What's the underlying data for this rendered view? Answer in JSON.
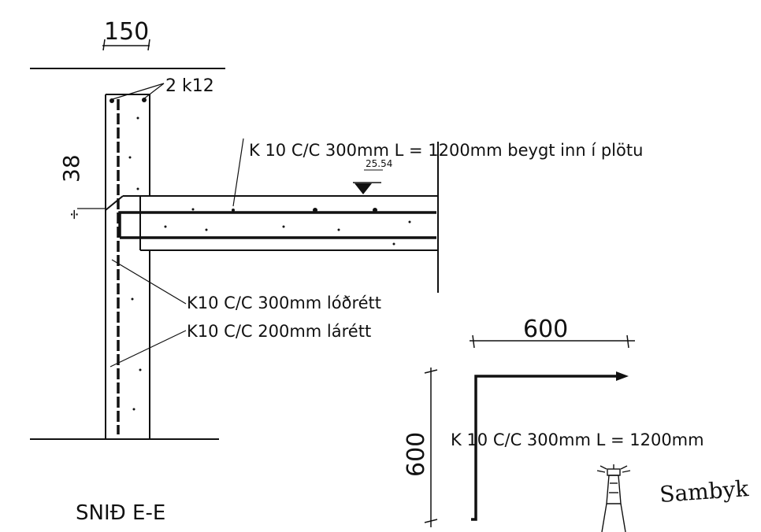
{
  "labels": {
    "dim_top": "150",
    "rebar_top": "2 k12",
    "wall_level": "38",
    "slab_bar": "K 10 C/C 300mm L = 1200mm beygt inn í plötu",
    "elevation": "25.54",
    "vertical_bar": "K10 C/C 300mm lóðrétt",
    "horizontal_bar": "K10 C/C 200mm lárétt",
    "detail_dim_h": "600",
    "detail_dim_v": "600",
    "detail_bar": "K 10 C/C 300mm L = 1200mm",
    "section_title": "SNIÐ E-E",
    "brand": "Sambyk"
  }
}
